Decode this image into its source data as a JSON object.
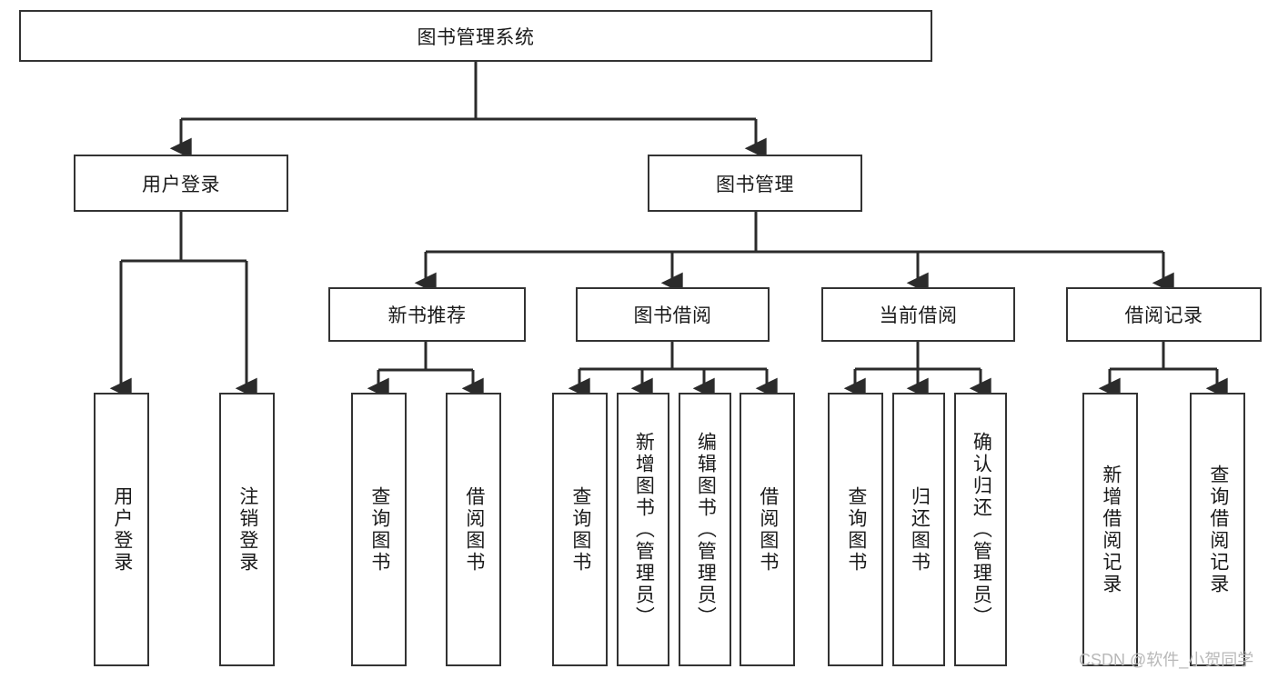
{
  "diagram": {
    "type": "hierarchy-tree",
    "title": "图书管理系统",
    "root": {
      "label": "图书管理系统"
    },
    "level2": [
      {
        "label": "用户登录"
      },
      {
        "label": "图书管理"
      }
    ],
    "level3": [
      {
        "label": "新书推荐"
      },
      {
        "label": "图书借阅"
      },
      {
        "label": "当前借阅"
      },
      {
        "label": "借阅记录"
      }
    ],
    "leaves": {
      "user_login": [
        {
          "label": "用户登录"
        },
        {
          "label": "注销登录"
        }
      ],
      "new_book_recommend": [
        {
          "label": "查询图书"
        },
        {
          "label": "借阅图书"
        }
      ],
      "book_borrow": [
        {
          "label": "查询图书"
        },
        {
          "label": "新增图书（管理员）"
        },
        {
          "label": "编辑图书（管理员）"
        },
        {
          "label": "借阅图书"
        }
      ],
      "current_borrow": [
        {
          "label": "查询图书"
        },
        {
          "label": "归还图书"
        },
        {
          "label": "确认归还（管理员）"
        }
      ],
      "borrow_record": [
        {
          "label": "新增借阅记录"
        },
        {
          "label": "查询借阅记录"
        }
      ]
    }
  },
  "watermark": {
    "text": "CSDN @软件_小贺同学"
  },
  "colors": {
    "stroke": "#333333",
    "fill": "#ffffff",
    "text": "#1a1a1a",
    "watermark": "#b8b8b8"
  }
}
